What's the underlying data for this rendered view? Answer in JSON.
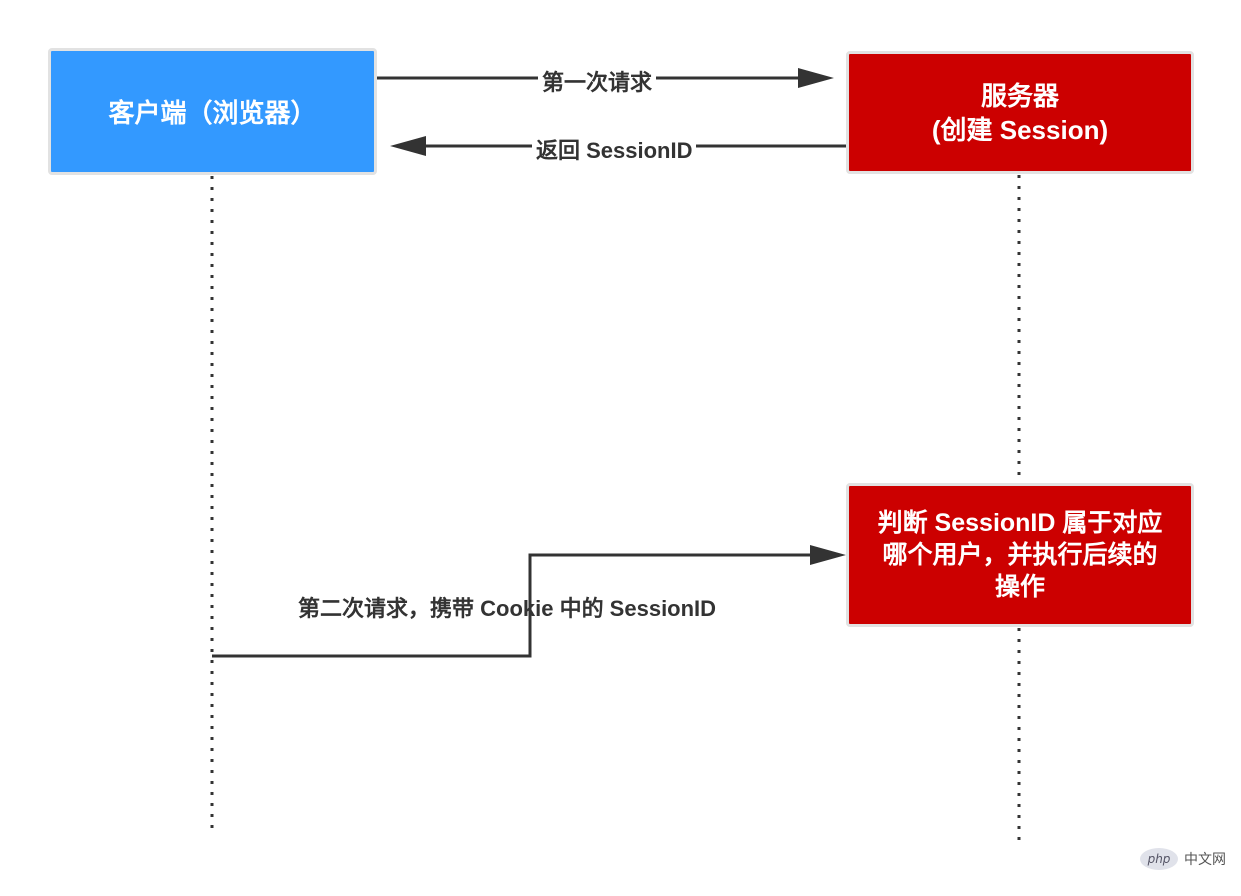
{
  "client_box": {
    "line1": "客户端（浏览器）"
  },
  "server_box": {
    "line1": "服务器",
    "line2": "(创建 Session)"
  },
  "judge_box": {
    "text": "判断 SessionID 属于对应哪个用户，并执行后续的操作"
  },
  "arrows": {
    "first_request": "第一次请求",
    "return_session": "返回 SessionID",
    "second_request": "第二次请求，携带 Cookie 中的 SessionID"
  },
  "watermark": {
    "logo": "php",
    "site": "中文网"
  },
  "colors": {
    "client": "#3399ff",
    "server": "#cc0000",
    "line": "#333333"
  }
}
